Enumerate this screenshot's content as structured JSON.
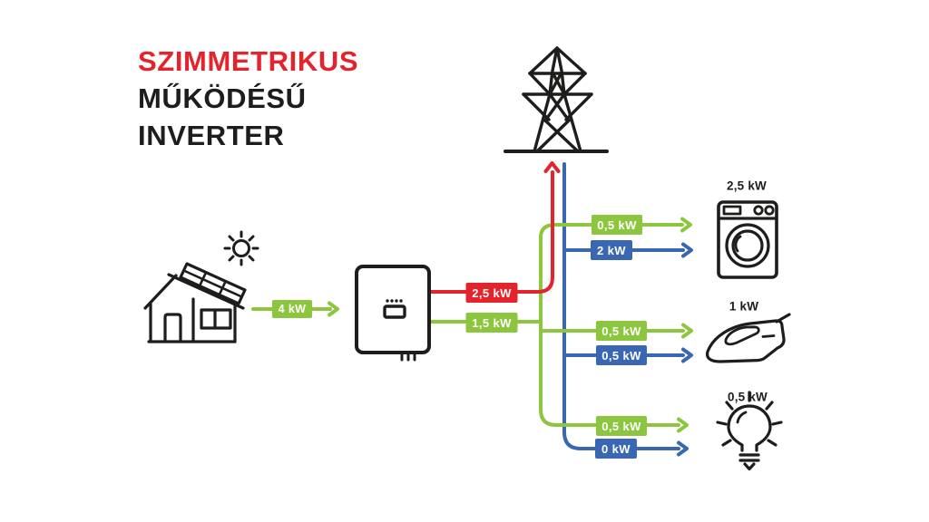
{
  "title": {
    "line1": "SZIMMETRIKUS",
    "line2": "MŰKÖDÉSŰ",
    "line3": "INVERTER"
  },
  "colors": {
    "solar_green": "#8cc63e",
    "grid_blue": "#3a67b1",
    "alert_red": "#e4242c",
    "ink": "#1d1d1b",
    "background": "#ffffff"
  },
  "flows": {
    "pv_to_inverter": "4 kW",
    "inverter_to_grid": "2,5 kW",
    "inverter_to_loads": "1,5 kW",
    "washer_from_solar": "0,5 kW",
    "washer_from_grid": "2 kW",
    "iron_from_solar": "0,5 kW",
    "iron_from_grid": "0,5 kW",
    "bulb_from_solar": "0,5 kW",
    "bulb_from_grid": "0 kW"
  },
  "appliance_ratings": {
    "washing_machine": "2,5 kW",
    "iron": "1 kW",
    "light_bulb": "0,5 kW"
  },
  "icons": {
    "sun": "sun-icon",
    "house": "house-with-solar-panels-icon",
    "inverter": "inverter-icon",
    "grid_tower": "transmission-tower-icon",
    "washing_machine": "washing-machine-icon",
    "iron": "iron-icon",
    "light_bulb": "light-bulb-icon"
  }
}
